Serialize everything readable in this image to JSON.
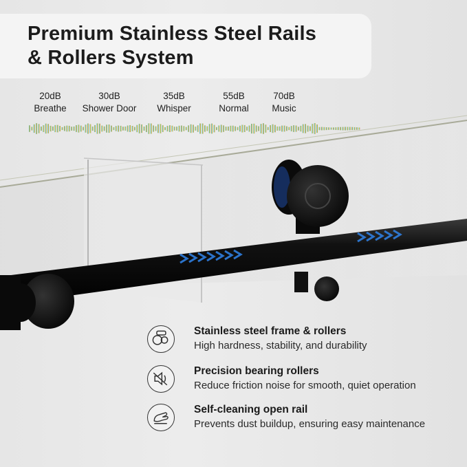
{
  "header": {
    "title_line1": "Premium Stainless Steel Rails",
    "title_line2": "& Rollers System"
  },
  "noise_levels": [
    {
      "value": "20dB",
      "label": "Breathe"
    },
    {
      "value": "30dB",
      "label": "Shower Door"
    },
    {
      "value": "35dB",
      "label": "Whisper"
    },
    {
      "value": "55dB",
      "label": "Normal"
    },
    {
      "value": "70dB",
      "label": "Music"
    }
  ],
  "features": [
    {
      "icon": "roller-icon",
      "heading": "Stainless steel frame & rollers",
      "description": "High hardness, stability, and durability"
    },
    {
      "icon": "mute-icon",
      "heading": "Precision bearing rollers",
      "description": "Reduce friction noise for smooth, quiet operation"
    },
    {
      "icon": "wipe-icon",
      "heading": "Self-cleaning open rail",
      "description": "Prevents dust buildup, ensuring easy maintenance"
    }
  ],
  "colors": {
    "wave_start": "#3aa0e0",
    "wave_mid": "#8fd06a",
    "wave_high": "#e6c84a",
    "wave_end": "#c0502a",
    "rail": "#141414",
    "arrow": "#2f7fe0"
  }
}
